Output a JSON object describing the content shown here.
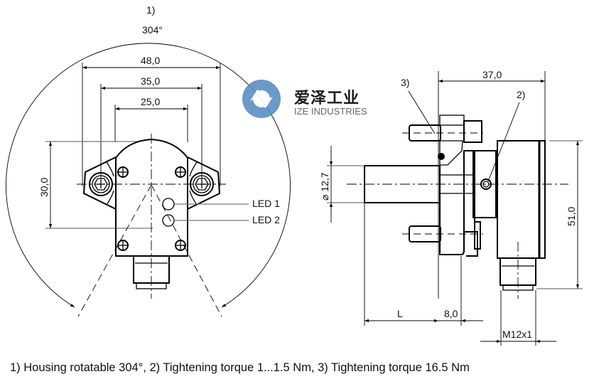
{
  "top_view": {
    "footnote_ref": "1)",
    "rotation_label": "304°",
    "dims": {
      "width_outer": "48,0",
      "width_mid": "35,0",
      "width_inner": "25,0",
      "height": "30,0"
    },
    "leds": [
      "LED 1",
      "LED 2"
    ]
  },
  "side_view": {
    "dims": {
      "depth": "37,0",
      "shaft_diameter": "⌀ 12,7",
      "height": "51,0",
      "length": "L",
      "flange": "8,0",
      "connector": "M12x1"
    },
    "callouts": {
      "screw_torque_ref": "2)",
      "bolt_torque_ref": "3)"
    }
  },
  "watermark": {
    "name_cn": "爱泽工业",
    "name_en": "IZE INDUSTRIES",
    "color": "#4f86bd"
  },
  "footnote": "1) Housing rotatable 304°, 2) Tightening torque 1...1.5 Nm, 3) Tightening torque 16.5 Nm"
}
